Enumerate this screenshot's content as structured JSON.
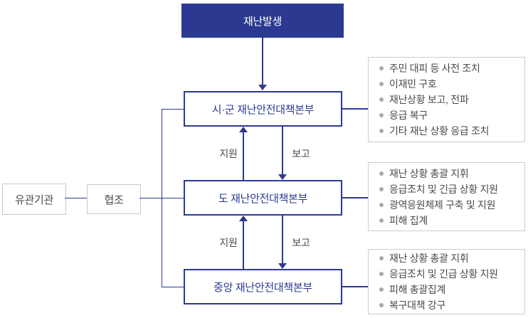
{
  "colors": {
    "primary": "#2b3a90",
    "gray_border": "#c8c8c8",
    "text_gray": "#4a4a4a",
    "bullet_gray": "#a9a9a9"
  },
  "nodes": {
    "disaster": {
      "label": "재난발생"
    },
    "sigun_hq": {
      "label": "시·군 재난안전대책본부"
    },
    "do_hq": {
      "label": "도 재난안전대책본부"
    },
    "central_hq": {
      "label": "중앙 재난안전대책본부"
    },
    "related_org": {
      "label": "유관기관"
    },
    "cooperation": {
      "label": "협조"
    }
  },
  "flow_labels": {
    "support": "지원",
    "report": "보고"
  },
  "lists": [
    {
      "items": [
        "주민 대피 등 사전 조치",
        "이재민 구호",
        "재난상황 보고, 전파",
        "응급 복구",
        "기타 재난 상황 응급 조치"
      ]
    },
    {
      "items": [
        "재난 상황 총괄 지휘",
        "응급조치 및 긴급 상황 지원",
        "광역응원체제 구축 및 지원",
        "피해 집계"
      ]
    },
    {
      "items": [
        "재난 상황 총괄 지휘",
        "응급조치 및 긴급 상황 지원",
        "피해 총괄집계",
        "복구대책 강구"
      ]
    }
  ]
}
